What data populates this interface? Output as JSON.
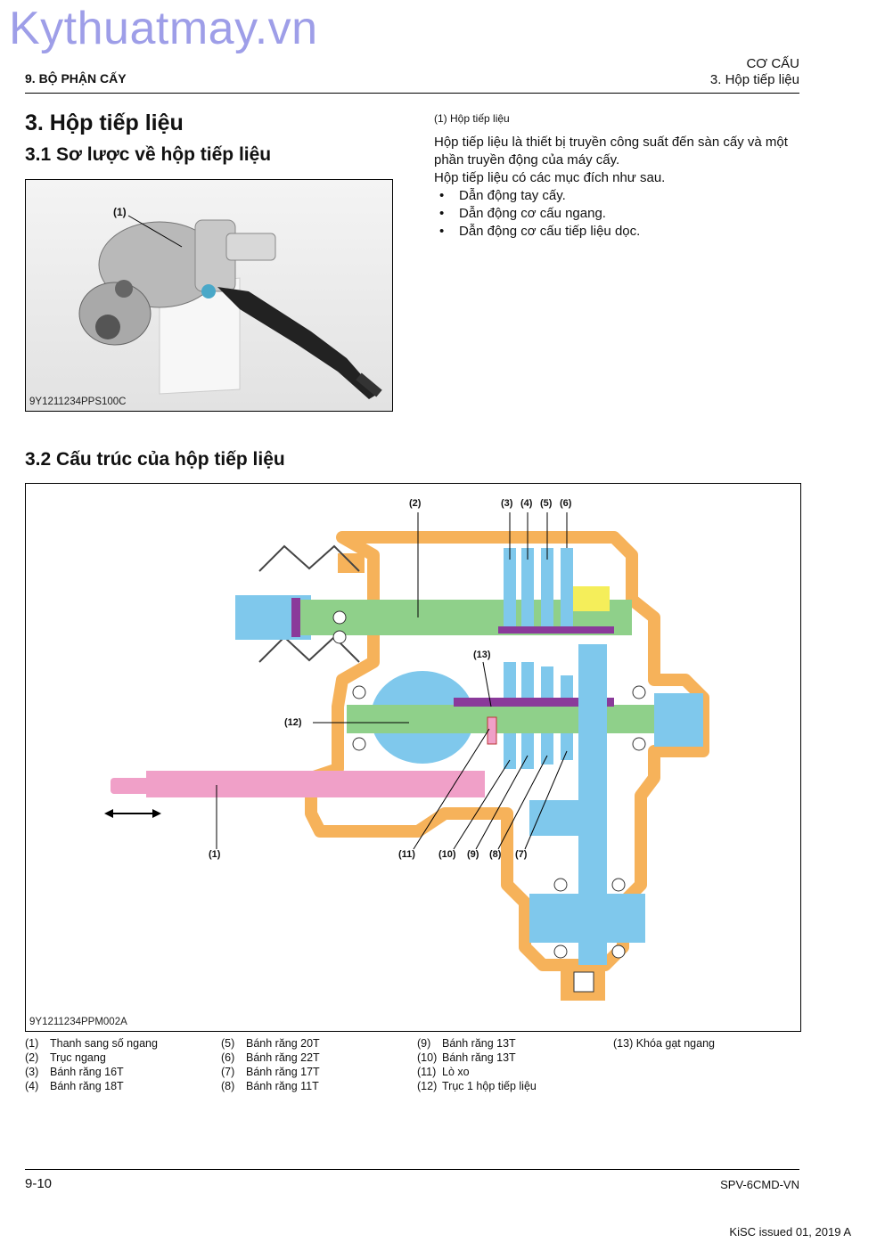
{
  "watermark": "Kythuatmay.vn",
  "header": {
    "chapter": "9. BỘ PHẬN CẤY",
    "section": "CƠ CẤU",
    "subsection": "3. Hộp tiếp liệu"
  },
  "title": "3. Hộp tiếp liệu",
  "section_1": {
    "heading": "3.1 Sơ lược về hộp tiếp liệu",
    "photo_label": "(1)",
    "photo_code": "9Y1211234PPS100C",
    "caption": "(1)    Hộp tiếp liệu",
    "paragraph_1": "Hộp tiếp liệu là thiết bị truyền công suất đến sàn cấy và một phần truyền động của máy cấy.",
    "paragraph_2": "Hộp tiếp liệu có các mục đích như sau.",
    "bullets": [
      "Dẫn động tay cấy.",
      "Dẫn động cơ cấu ngang.",
      "Dẫn động cơ cấu tiếp liệu dọc."
    ]
  },
  "section_2": {
    "heading": "3.2 Cấu trúc của hộp tiếp liệu",
    "diagram_code": "9Y1211234PPM002A",
    "callouts": {
      "c1": "(1)",
      "c2": "(2)",
      "c3": "(3)",
      "c4": "(4)",
      "c5": "(5)",
      "c6": "(6)",
      "c7": "(7)",
      "c8": "(8)",
      "c9": "(9)",
      "c10": "(10)",
      "c11": "(11)",
      "c12": "(12)",
      "c13": "(13)"
    },
    "legend": [
      {
        "num": "(1)",
        "text": "Thanh sang số ngang"
      },
      {
        "num": "(2)",
        "text": "Trục ngang"
      },
      {
        "num": "(3)",
        "text": "Bánh răng 16T"
      },
      {
        "num": "(4)",
        "text": "Bánh răng 18T"
      },
      {
        "num": "(5)",
        "text": "Bánh răng 20T"
      },
      {
        "num": "(6)",
        "text": "Bánh răng 22T"
      },
      {
        "num": "(7)",
        "text": "Bánh răng 17T"
      },
      {
        "num": "(8)",
        "text": "Bánh răng 11T"
      },
      {
        "num": "(9)",
        "text": "Bánh răng 13T"
      },
      {
        "num": "(10)",
        "text": "Bánh răng 13T"
      },
      {
        "num": "(11)",
        "text": "Lò xo"
      },
      {
        "num": "(12)",
        "text": "Trục 1 hộp tiếp liệu"
      },
      {
        "num": "(13)",
        "text": "Khóa gạt ngang"
      }
    ]
  },
  "footer": {
    "page": "9-10",
    "doc": "SPV-6CMD-VN",
    "issued": "KiSC issued 01, 2019 A"
  },
  "colors": {
    "housing": "#f6b25a",
    "shaft_green": "#8fd08a",
    "gear_blue": "#7fc8ec",
    "rod_pink": "#f0a0c8",
    "lock_purple": "#8a3a9a",
    "yellow": "#f5ee5a"
  }
}
